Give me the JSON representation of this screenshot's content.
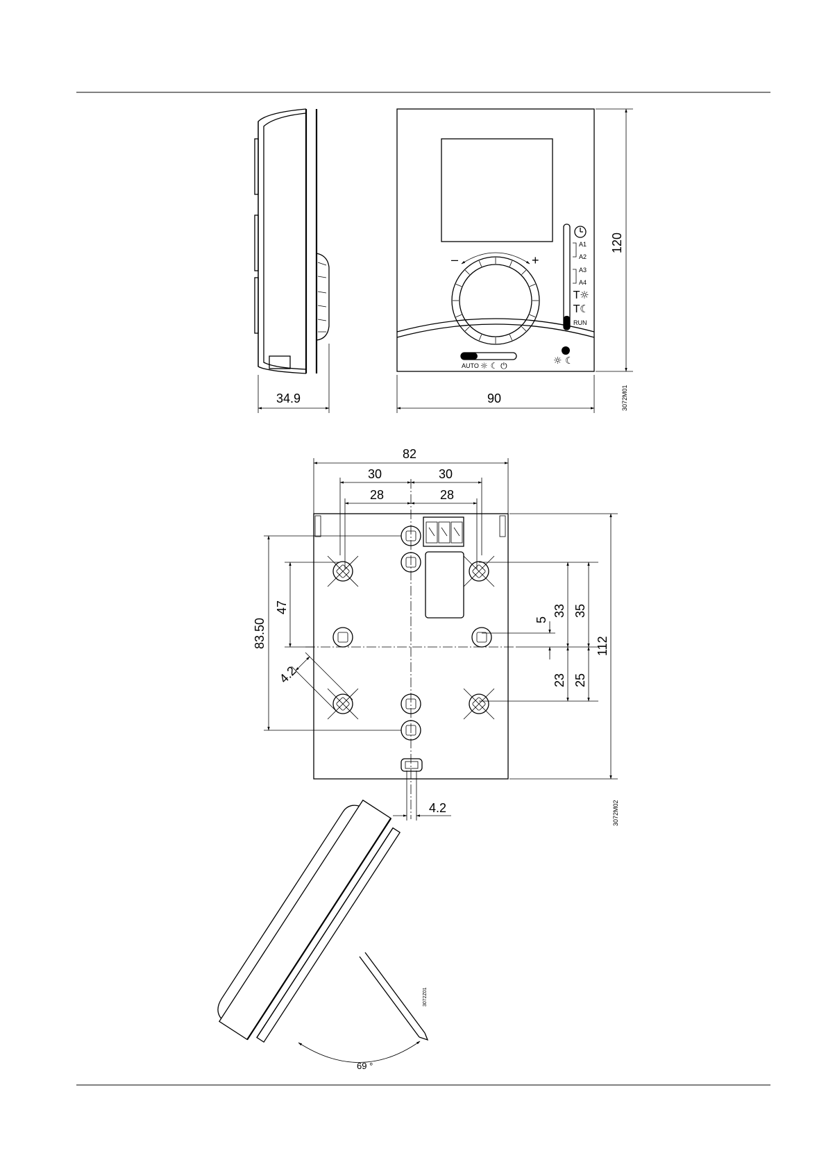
{
  "views": {
    "side_and_front": {
      "labels": {
        "depth": "34.9",
        "width": "90",
        "height": "120",
        "code": "3072M01"
      },
      "knob": {
        "minus": "–",
        "plus": "+"
      },
      "indicators": [
        "A1",
        "A2",
        "A3",
        "A4",
        "RUN"
      ],
      "mode_label": "AUTO"
    },
    "back": {
      "labels": {
        "overall_width": "82",
        "half_30_left": "30",
        "half_30_right": "30",
        "half_28_left": "28",
        "half_28_right": "28",
        "v_83_50": "83.50",
        "v_47": "47",
        "hole_4_2_diag": "4.2",
        "v_5": "5",
        "v_33": "33",
        "v_35": "35",
        "v_112": "112",
        "v_23": "23",
        "v_25": "25",
        "slot_4_2": "4.2",
        "code": "3072M02"
      }
    },
    "stand": {
      "labels": {
        "angle": "69 °",
        "code": "3072Z01"
      }
    }
  }
}
